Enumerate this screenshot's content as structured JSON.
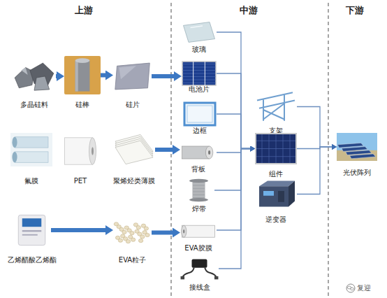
{
  "diagram": {
    "nodes": [
      {
        "text": [
          "多晶硅料"
        ]
      },
      {
        "text": [
          "硅棒"
        ]
      },
      {
        "text": [
          "硅片"
        ]
      },
      {
        "text": [
          "氟膜"
        ]
      },
      {
        "text": [
          "PET"
        ]
      },
      {
        "text": [
          "聚烯烃类薄膜"
        ]
      },
      {
        "text": [
          "乙烯醋酸乙烯酯"
        ]
      },
      {
        "text": [
          "EVA粒子"
        ]
      },
      {
        "text": [
          "玻璃"
        ]
      },
      {
        "text": [
          "电池片"
        ]
      },
      {
        "text": [
          "边框"
        ]
      },
      {
        "text": [
          "背板"
        ]
      },
      {
        "text": [
          "焊带"
        ]
      },
      {
        "text": [
          "EVA胶膜"
        ]
      },
      {
        "text": [
          "接线盒"
        ]
      },
      {
        "text": [
          "支架"
        ]
      },
      {
        "text": [
          "组件"
        ]
      },
      {
        "text": [
          "逆变器"
        ]
      },
      {
        "text": [
          "光伏阵列"
        ]
      }
    ],
    "edges": [
      {
        "from": 0,
        "to": 1,
        "arrow": "to"
      },
      {
        "from": 1,
        "to": 2,
        "arrow": "to"
      },
      {
        "from": 2,
        "to": 9,
        "arrow": "to"
      },
      {
        "from": 5,
        "to": 11,
        "arrow": "to"
      },
      {
        "from": 6,
        "to": 7,
        "arrow": "to"
      },
      {
        "from": 7,
        "to": 13,
        "arrow": "to"
      },
      {
        "from": 8,
        "to": 16,
        "arrow": "to"
      },
      {
        "from": 9,
        "to": 16,
        "arrow": "to"
      },
      {
        "from": 10,
        "to": 16,
        "arrow": "to"
      },
      {
        "from": 11,
        "to": 16,
        "arrow": "to"
      },
      {
        "from": 12,
        "to": 16,
        "arrow": "to"
      },
      {
        "from": 13,
        "to": 16,
        "arrow": "to"
      },
      {
        "from": 14,
        "to": 16,
        "arrow": "to"
      },
      {
        "from": 15,
        "to": 18,
        "arrow": "to"
      },
      {
        "from": 16,
        "to": 18,
        "arrow": "to"
      },
      {
        "from": 17,
        "to": 18,
        "arrow": "to"
      }
    ],
    "labels": [
      "上游",
      "中游",
      "下游",
      "复迎"
    ]
  }
}
